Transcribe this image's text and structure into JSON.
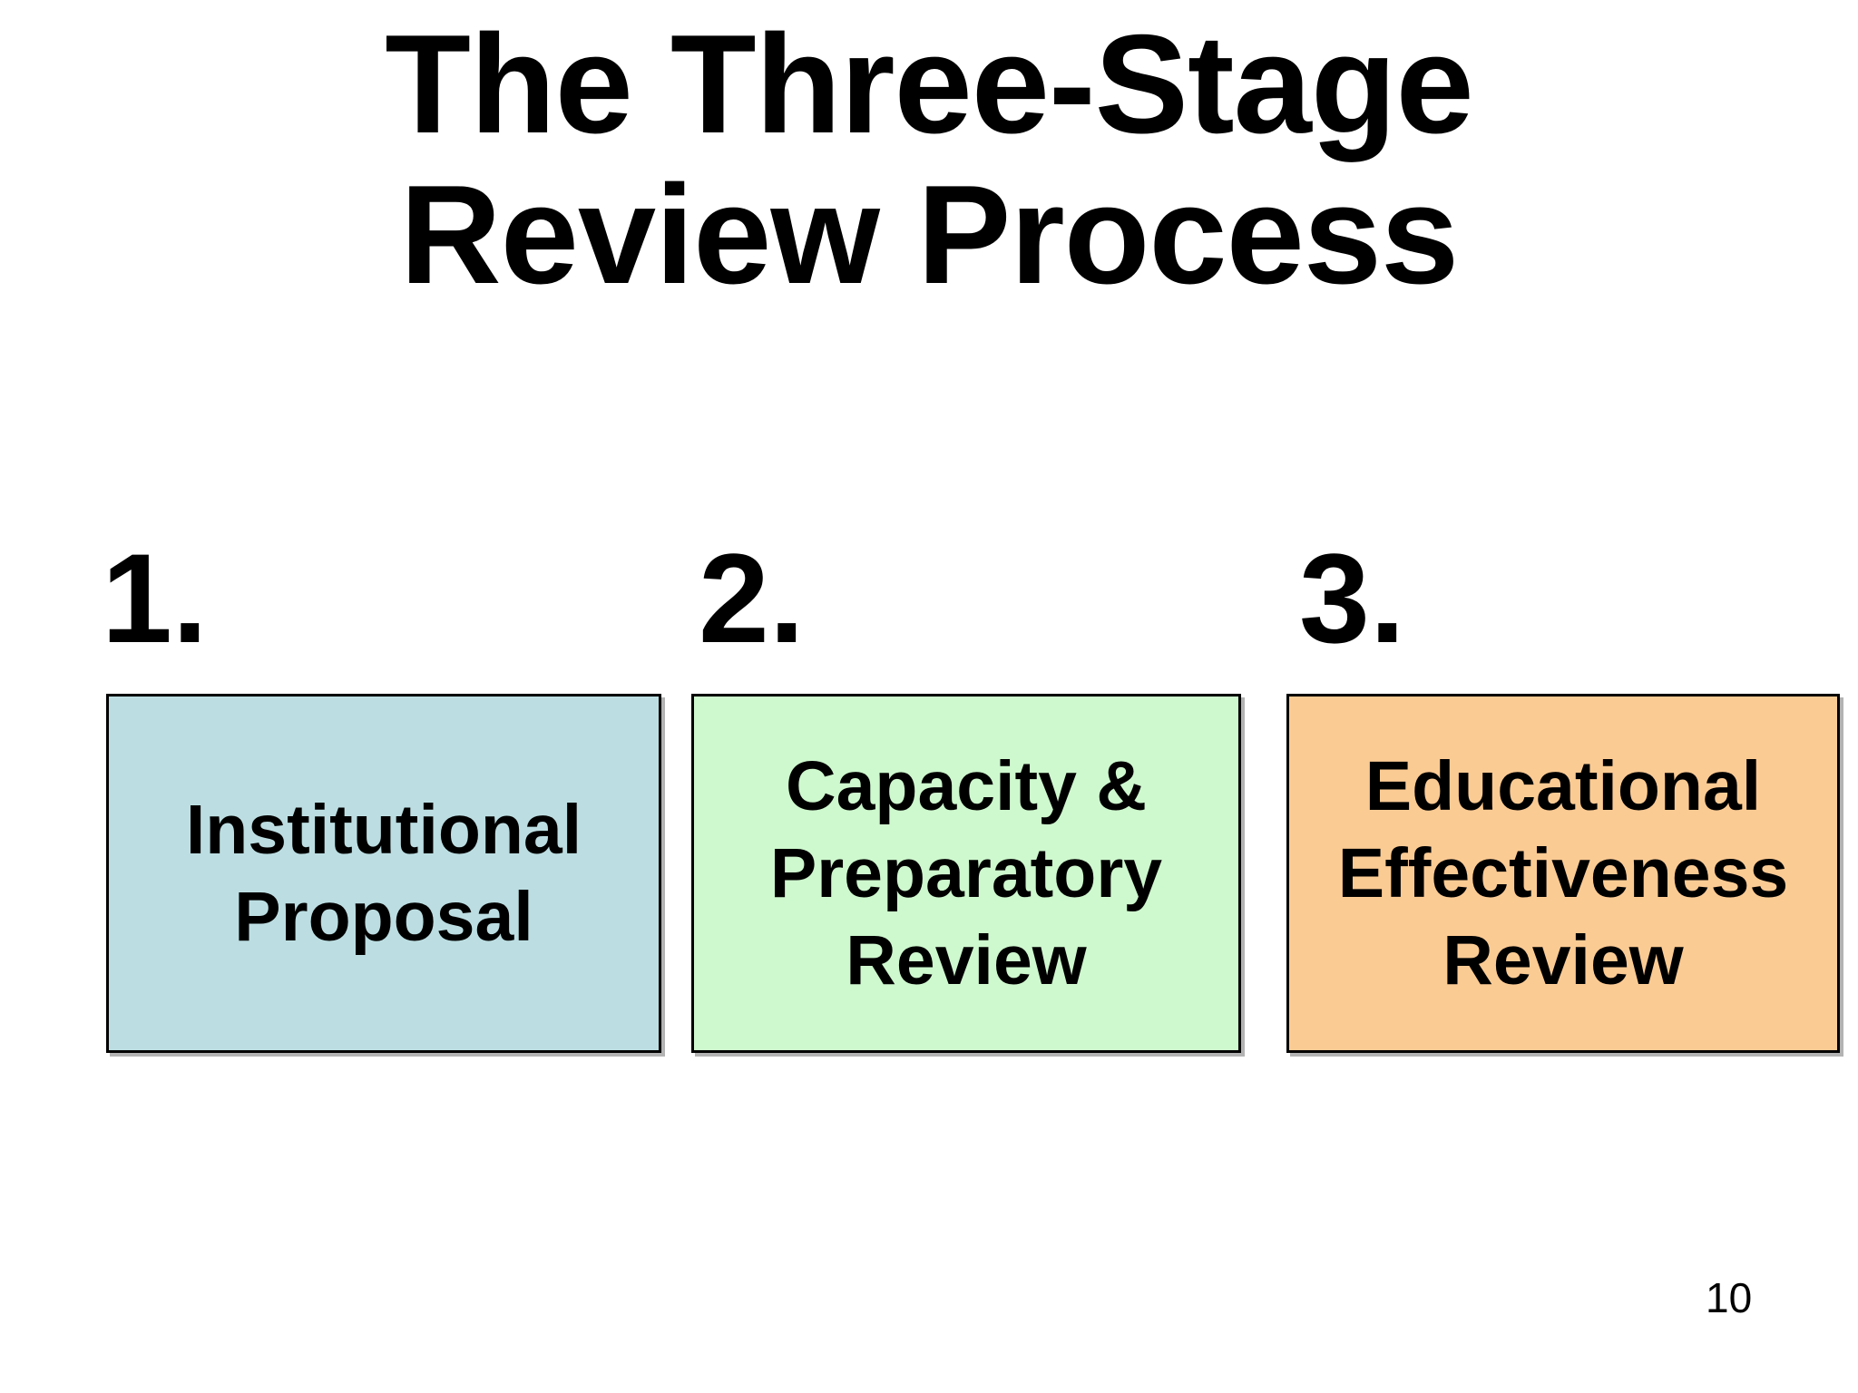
{
  "slide": {
    "title_line1": "The Three-Stage",
    "title_line2": "Review Process",
    "page_number": "10",
    "stages": [
      {
        "number": "1.",
        "label_lines": [
          "Institutional",
          "Proposal"
        ],
        "color": "#BCDEE2"
      },
      {
        "number": "2.",
        "label_lines": [
          "Capacity &",
          "Preparatory",
          "Review"
        ],
        "color": "#CEF8CE"
      },
      {
        "number": "3.",
        "label_lines": [
          "Educational",
          "Effectiveness",
          "Review"
        ],
        "color": "#FBCB94"
      }
    ],
    "colors": {
      "background": "#FFFFFF",
      "text": "#000000",
      "box_border": "#000000"
    }
  }
}
